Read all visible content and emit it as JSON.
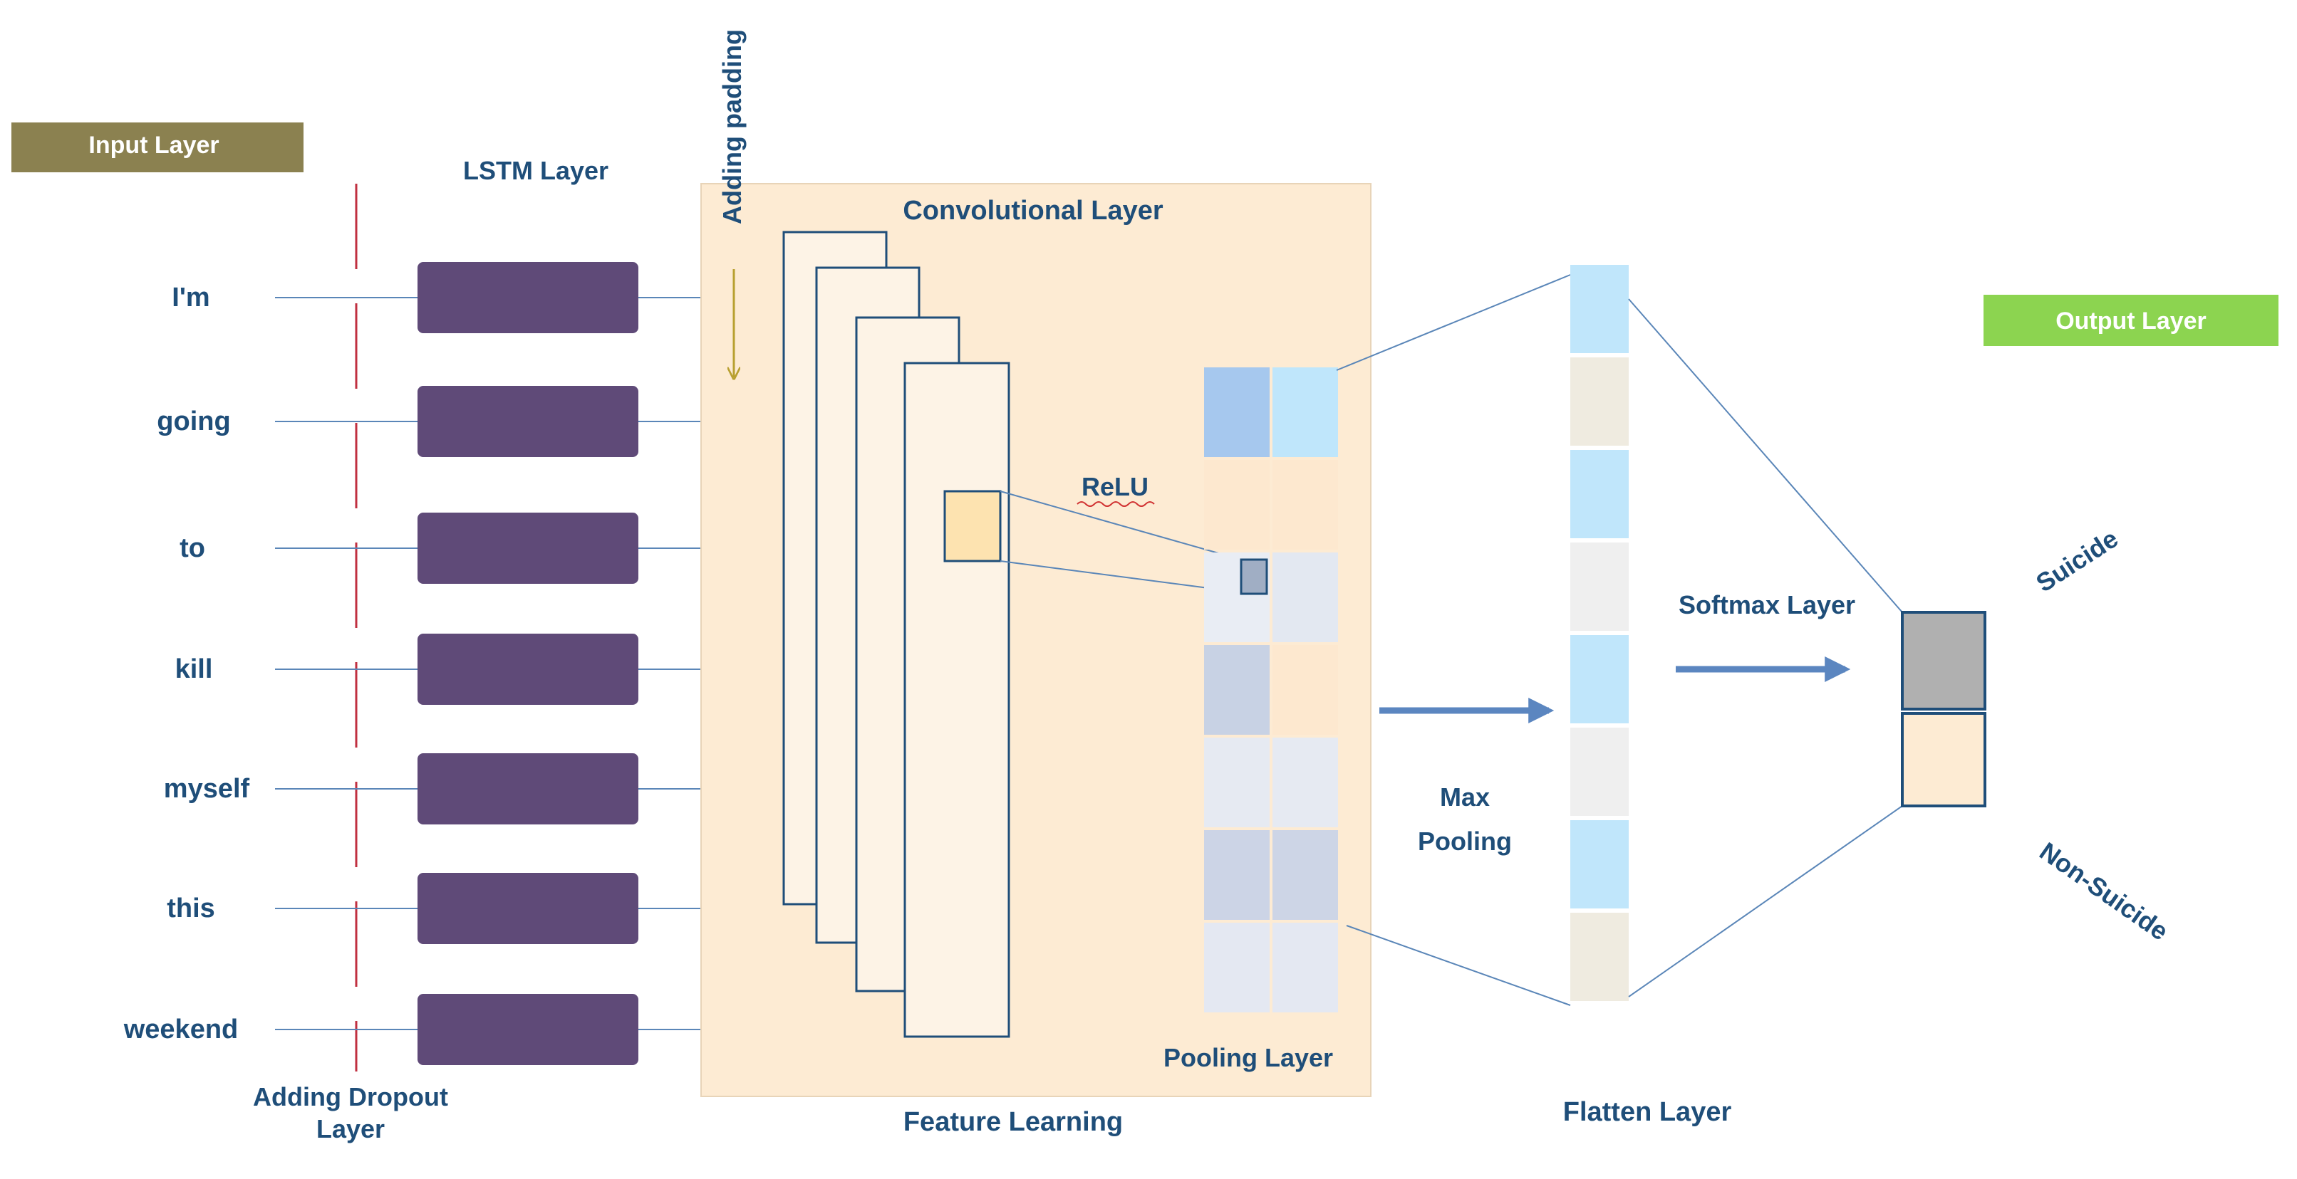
{
  "input_layer": {
    "title": "Input Layer",
    "words": [
      "I'm",
      "going",
      "to",
      "kill",
      "myself",
      "this",
      "weekend"
    ]
  },
  "dropout": {
    "line1": "Adding  Dropout",
    "line2": "Layer"
  },
  "lstm": {
    "title": "LSTM Layer"
  },
  "padding": {
    "label": "Adding  padding"
  },
  "convolution": {
    "title": "Convolutional  Layer"
  },
  "relu": {
    "label": "ReLU"
  },
  "pooling": {
    "title": "Pooling  Layer"
  },
  "feature_learning": {
    "label": "Feature Learning"
  },
  "max_pooling": {
    "line1": "Max",
    "line2": "Pooling"
  },
  "flatten": {
    "title": "Flatten Layer"
  },
  "softmax": {
    "title": "Softmax Layer"
  },
  "output_layer": {
    "title": "Output Layer",
    "class_top": "Suicide",
    "class_bottom": "Non-Suicide"
  },
  "colors": {
    "text": "#1f4e79",
    "input_badge": "#8b8150",
    "output_badge": "#8cd450",
    "lstm_cell": "#5f4a78",
    "feature_bg": "#fdebd3",
    "line": "#5a86b8",
    "dropout": "#c03040",
    "arrow": "#5b86c0"
  }
}
